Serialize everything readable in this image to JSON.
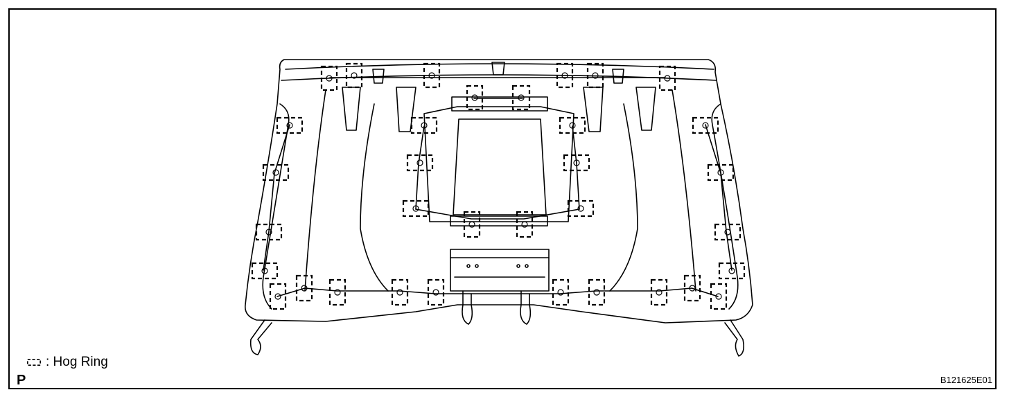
{
  "legend": {
    "symbol": "hog-ring-bracket-symbol",
    "label": ": Hog Ring"
  },
  "page_letter": "P",
  "reference_code": "B121625E01"
}
